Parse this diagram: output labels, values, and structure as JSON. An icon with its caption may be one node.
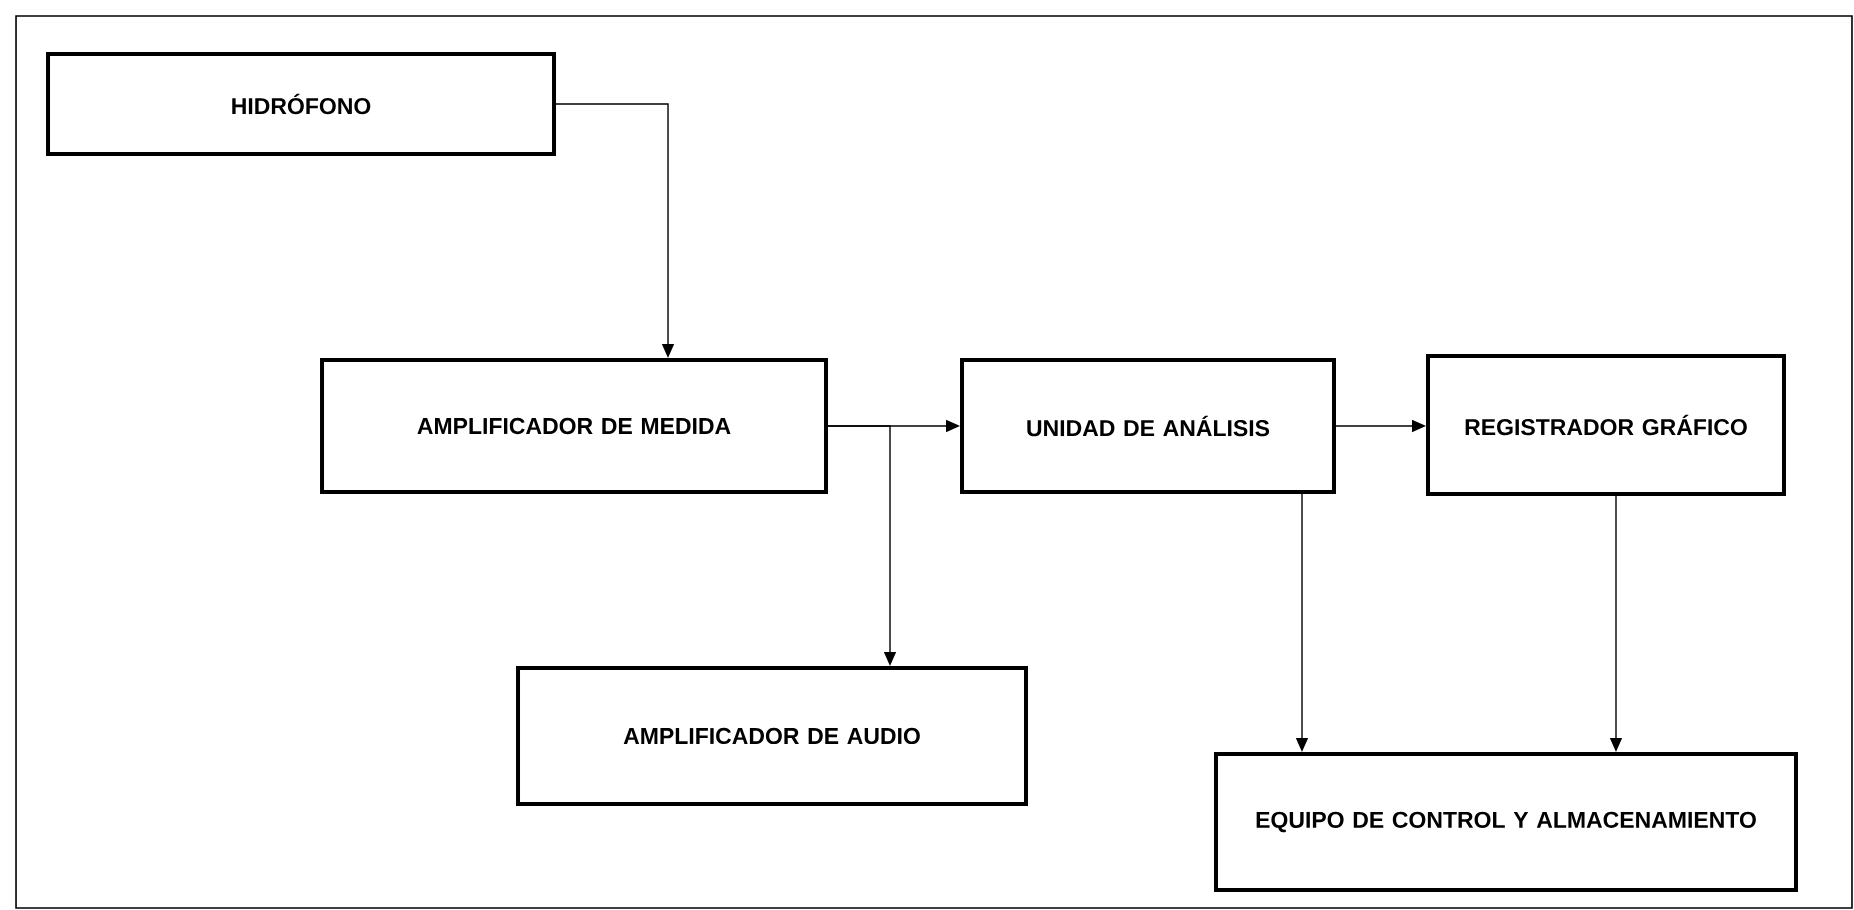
{
  "diagram": {
    "nodes": [
      {
        "text": [
          "HIDRÓFONO"
        ]
      },
      {
        "text": [
          "AMPLIFICADOR DE MEDIDA"
        ]
      },
      {
        "text": [
          "UNIDAD DE ANÁLISIS"
        ]
      },
      {
        "text": [
          "REGISTRADOR GRÁFICO"
        ]
      },
      {
        "text": [
          "AMPLIFICADOR DE AUDIO"
        ]
      },
      {
        "text": [
          "EQUIPO DE CONTROL Y ALMACENAMIENTO"
        ]
      }
    ],
    "edges": [
      {
        "from": 0,
        "to": 1,
        "arrow": "to"
      },
      {
        "from": 1,
        "to": 2,
        "arrow": "to"
      },
      {
        "from": 1,
        "to": 4,
        "arrow": "to"
      },
      {
        "from": 2,
        "to": 3,
        "arrow": "to"
      },
      {
        "from": 2,
        "to": 5,
        "arrow": "to"
      },
      {
        "from": 3,
        "to": 5,
        "arrow": "to"
      }
    ]
  }
}
